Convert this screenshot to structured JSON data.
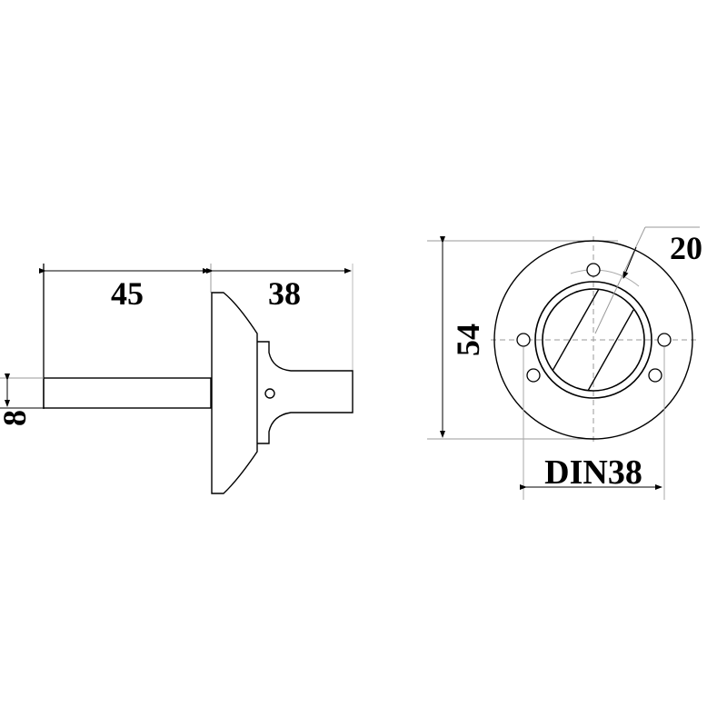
{
  "drawing": {
    "side_view": {
      "dim_length_shaft": "45",
      "dim_length_body": "38",
      "dim_shaft_diameter": "8"
    },
    "front_view": {
      "dim_outer_diameter": "54",
      "dim_bolt_circle": "20",
      "dim_socket": "DIN38"
    },
    "colors": {
      "line": "#000000",
      "thin_line": "#888888",
      "background": "#ffffff"
    }
  }
}
